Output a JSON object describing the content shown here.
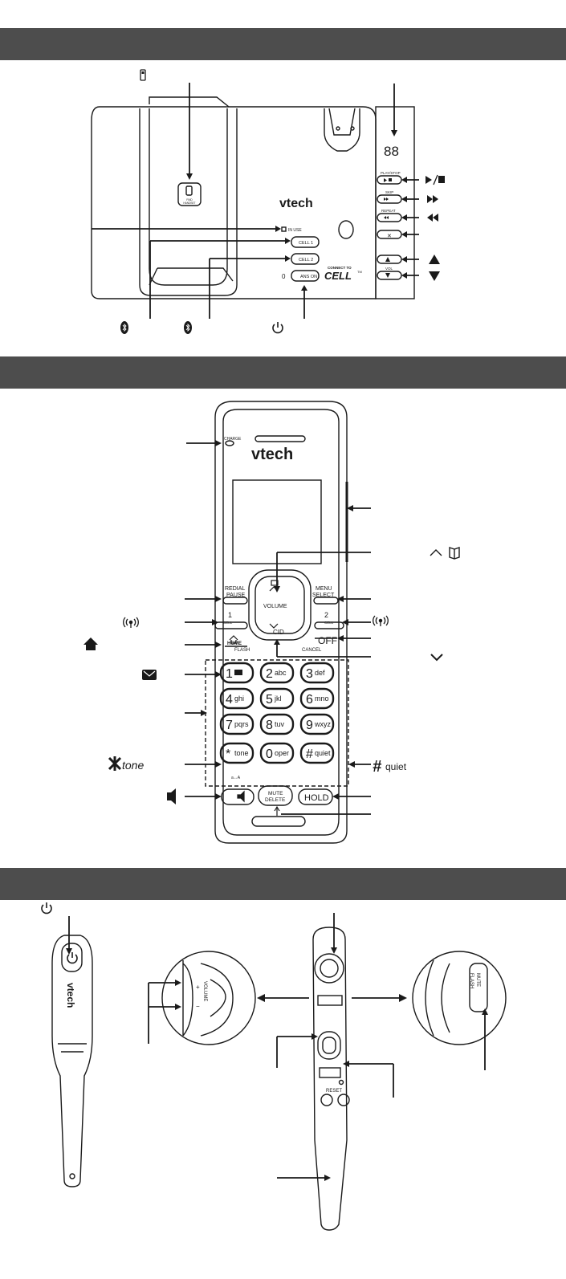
{
  "base": {
    "brand": "vtech",
    "display_digits": "88",
    "find_handset_label": "FIND\nHANDSET",
    "in_use_label": "IN USE",
    "cell1_label": "CELL 1",
    "cell2_label": "CELL 2",
    "ans_on_label": "ANS ON",
    "play_stop_label": "PLAY/STOP",
    "skip_label": "SKIP",
    "repeat_label": "REPEAT",
    "delete_symbol": "✕",
    "vol_label": "VOL",
    "connect_to_label": "CONNECT TO",
    "cell_logo": "CELL",
    "trademark": "TM",
    "counter_digit": "0"
  },
  "handset": {
    "brand": "vtech",
    "charge_label": "CHARGE",
    "redial_label": "REDIAL",
    "pause_label": "PAUSE",
    "menu_label": "MENU",
    "select_label": "SELECT",
    "cell1_digit": "1",
    "cell2_digit": "2",
    "cell_word": "CELL",
    "home_label": "HOME",
    "flash_label": "FLASH",
    "off_label": "OFF",
    "cancel_label": "CANCEL",
    "volume_label": "VOLUME",
    "cid_label": "CID",
    "keys": [
      {
        "digit": "1",
        "letters": ""
      },
      {
        "digit": "2",
        "letters": "abc"
      },
      {
        "digit": "3",
        "letters": "def"
      },
      {
        "digit": "4",
        "letters": "ghi"
      },
      {
        "digit": "5",
        "letters": "jkl"
      },
      {
        "digit": "6",
        "letters": "mno"
      },
      {
        "digit": "7",
        "letters": "pqrs"
      },
      {
        "digit": "8",
        "letters": "tuv"
      },
      {
        "digit": "9",
        "letters": "wxyz"
      },
      {
        "digit": "*",
        "letters": "tone"
      },
      {
        "digit": "0",
        "letters": "oper"
      },
      {
        "digit": "#",
        "letters": "quiet"
      }
    ],
    "star_sub": "a↔A",
    "mute_label": "MUTE",
    "delete_label": "DELETE",
    "hold_label": "HOLD",
    "callout_tone": "tone",
    "callout_quiet": "quiet"
  },
  "headset": {
    "brand": "vtech",
    "volume_label": "VOLUME",
    "mute_flash_label": "MUTE\nFLASH",
    "reset_label": "RESET"
  },
  "icons": [
    "cell-phone-icon",
    "play-stop-icon",
    "skip-icon",
    "repeat-icon",
    "up-triangle-icon",
    "down-triangle-icon",
    "bluetooth-icon",
    "power-icon",
    "signal-icon",
    "home-icon",
    "envelope-icon",
    "speaker-icon",
    "directory-icon",
    "chevron-up-icon",
    "chevron-down-icon",
    "star-icon",
    "hash-icon"
  ],
  "colors": {
    "band": "#4d4d4d",
    "ink": "#1a1a1a",
    "background": "#ffffff"
  }
}
